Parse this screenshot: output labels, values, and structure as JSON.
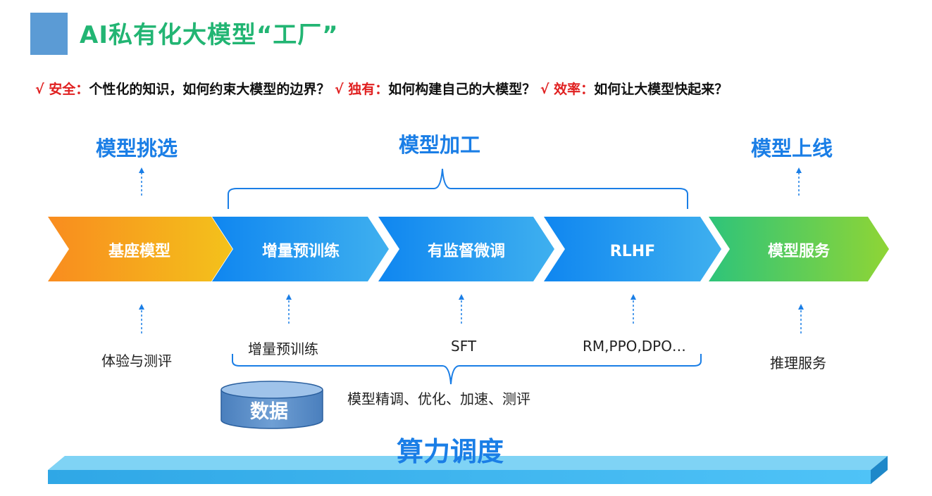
{
  "title": "AI私有化大模型“工厂”",
  "requirements": [
    {
      "mark": "√ ",
      "key": "安全：",
      "text": "个性化的知识，如何约束大模型的边界？"
    },
    {
      "mark": " √ ",
      "key": "独有：",
      "text": "如何构建自己的大模型？"
    },
    {
      "mark": " √ ",
      "key": "效率：",
      "text": "如何让大模型快起来？"
    }
  ],
  "phases": {
    "select": "模型挑选",
    "process": "模型加工",
    "online": "模型上线"
  },
  "pipeline": [
    {
      "label": "基座模型",
      "sub": "体验与测评"
    },
    {
      "label": "增量预训练",
      "sub": "增量预训练"
    },
    {
      "label": "有监督微调",
      "sub": "SFT"
    },
    {
      "label": "RLHF",
      "sub": "RM,PPO,DPO…"
    },
    {
      "label": "模型服务",
      "sub": "推理服务"
    }
  ],
  "tuning_note": "模型精调、优化、加速、测评",
  "data_label": "数据",
  "compute_label": "算力调度",
  "colors": {
    "title_green": "#22b573",
    "stage_blue": "#1a7ee6",
    "check_red": "#e02020",
    "orange_start": "#f98c1f",
    "orange_end": "#f3c21b",
    "blue_start": "#0f86f0",
    "blue_end": "#3fb0ef",
    "green_start": "#2ec47a",
    "green_end": "#8fd535"
  }
}
